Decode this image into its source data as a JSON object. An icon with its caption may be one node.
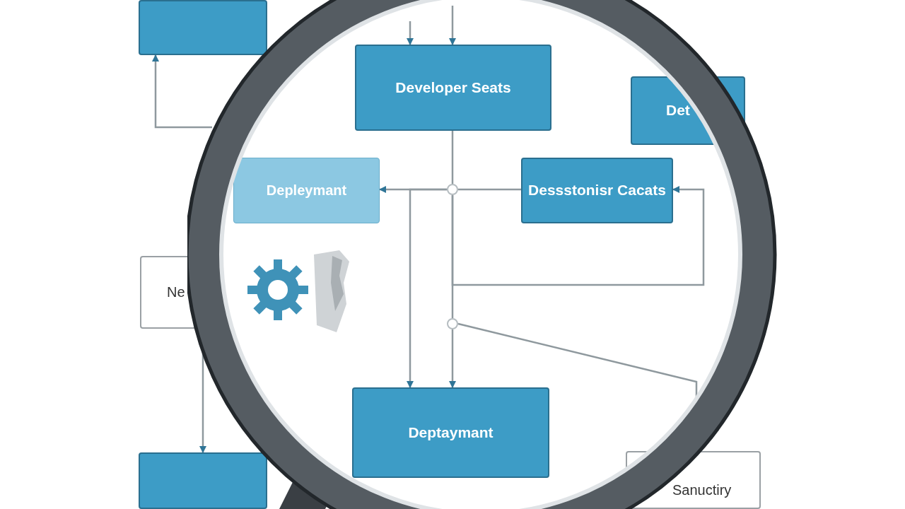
{
  "diagram": {
    "nodes": [
      {
        "text": [],
        "shape": "box"
      },
      {
        "text": [
          "Developer Seats"
        ]
      },
      {
        "text": [
          "Det"
        ]
      },
      {
        "text": [
          "Depleymant"
        ]
      },
      {
        "text": [
          "Dessstonisr Cacats"
        ]
      },
      {
        "text": [
          "Ne"
        ]
      },
      {
        "text": [
          "Deptaymant"
        ]
      },
      {
        "text": [],
        "shape": "box"
      },
      {
        "text": [
          "Sanuctiry"
        ]
      },
      {
        "text": [],
        "shape": "circle"
      },
      {
        "text": [],
        "shape": "circle"
      }
    ],
    "edges": [
      {
        "from": null,
        "to": 1,
        "arrow": "to"
      },
      {
        "from": null,
        "to": 1,
        "arrow": "to"
      },
      {
        "from": 1,
        "to": 9,
        "arrow": "none"
      },
      {
        "from": 9,
        "to": 3,
        "arrow": "to"
      },
      {
        "from": 4,
        "to": 9,
        "arrow": "none"
      },
      {
        "from": 9,
        "to": 10,
        "arrow": "none"
      },
      {
        "from": 10,
        "to": 6,
        "arrow": "to"
      },
      {
        "from": 9,
        "to": 6,
        "arrow": "to"
      },
      {
        "from": 9,
        "to": 4,
        "arrow": "to"
      },
      {
        "from": 10,
        "to": 8,
        "arrow": "none"
      },
      {
        "from": null,
        "to": 0,
        "arrow": "to"
      },
      {
        "from": 5,
        "to": 7,
        "arrow": "to"
      }
    ]
  }
}
